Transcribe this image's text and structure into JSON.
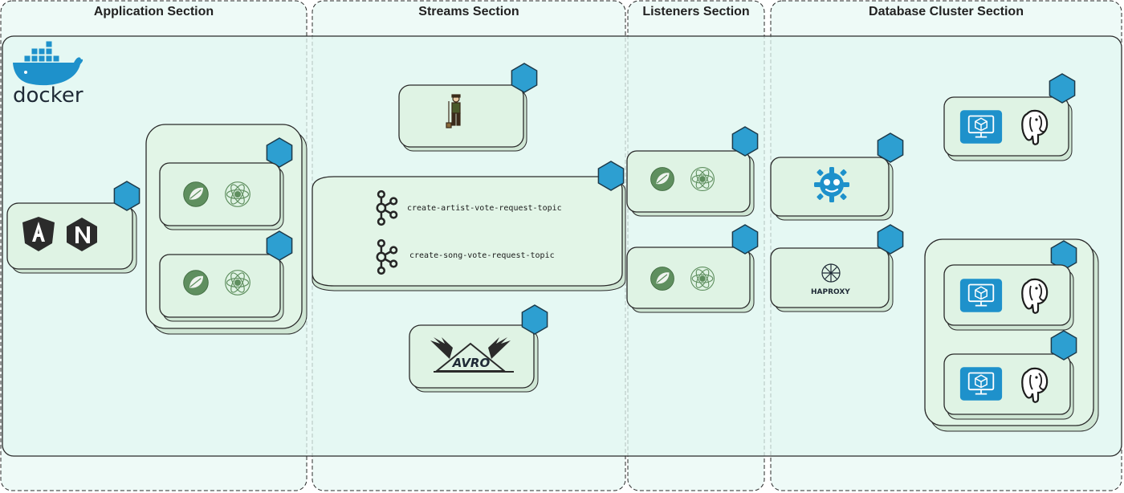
{
  "sections": {
    "application": "Application Section",
    "streams": "Streams Section",
    "listeners": "Listeners Section",
    "database": "Database Cluster Section"
  },
  "logos": {
    "docker": "docker",
    "haproxy": "HAPROXY",
    "avro": "AVRO"
  },
  "topics": [
    "create-artist-vote-request-topic",
    "create-song-vote-request-topic"
  ],
  "icons": {
    "docker": "docker-whale-logo",
    "angular": "angular-logo",
    "nginx": "nginx-logo",
    "spring": "spring-leaf-logo",
    "atom": "atom-logo",
    "kafka": "kafka-logo",
    "avro": "avro-logo",
    "gardener": "gardener-figure-logo",
    "consul": "gear-robot-logo",
    "haproxy": "haproxy-logo",
    "vm": "virtual-machine-logo",
    "postgres": "postgresql-elephant-logo",
    "badge": "hexagon-badge"
  },
  "colors": {
    "section_fill": "#eefaf7",
    "network_fill": "#e2f7f1",
    "card_fill": "#dff3e4",
    "hex_badge": "#2d9fd1",
    "icon_blue": "#1e91cb",
    "outline": "#2a2a2a"
  }
}
